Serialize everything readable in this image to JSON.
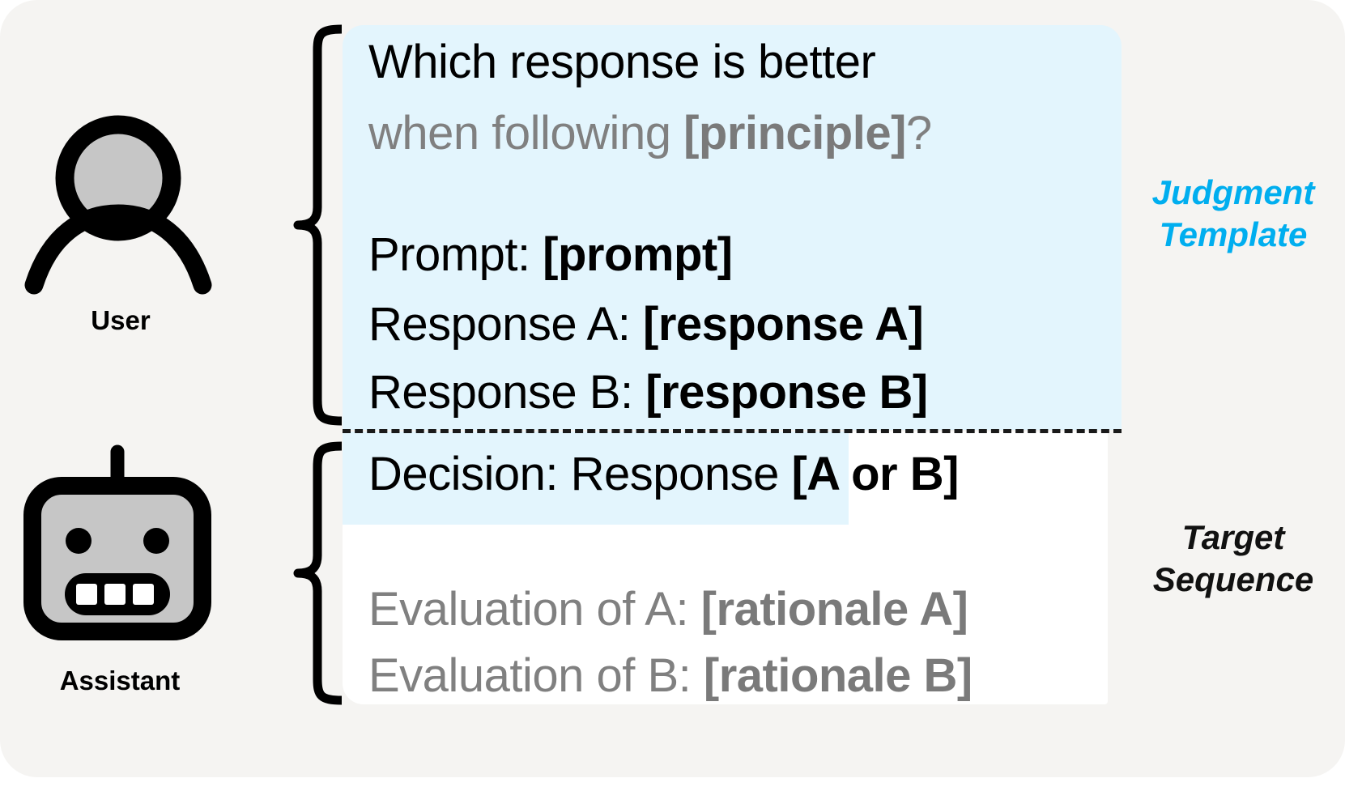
{
  "panel": {
    "background_color": "#F5F4F2"
  },
  "colors": {
    "highlight_blue": "#E3F5FD",
    "annotation_blue": "#00AEEF",
    "gray_text": "#808080",
    "black_text": "#000000",
    "white_box": "#FFFFFF",
    "icon_fill_gray": "#C6C6C6"
  },
  "roles": {
    "user": {
      "label": "User",
      "icon": "user-avatar-icon"
    },
    "assistant": {
      "label": "Assistant",
      "icon": "robot-avatar-icon"
    }
  },
  "judgment_template": {
    "question_line_1": "Which response is better",
    "question_line_2_plain": "when following ",
    "question_line_2_bold": "[principle]",
    "question_line_2_tail": "?",
    "prompt_label": "Prompt: ",
    "prompt_value": "[prompt]",
    "response_a_label": "Response A: ",
    "response_a_value": "[response A]",
    "response_b_label": "Response B: ",
    "response_b_value": "[response B]"
  },
  "target_sequence": {
    "decision_label": "Decision: Response ",
    "decision_value": "[A or B]",
    "evaluation_a_label": "Evaluation of A: ",
    "evaluation_a_value": "[rationale A]",
    "evaluation_b_label": "Evaluation of B: ",
    "evaluation_b_value": "[rationale B]"
  },
  "annotations": {
    "judgment_template": "Judgment\nTemplate",
    "target_sequence": "Target\nSequence"
  }
}
